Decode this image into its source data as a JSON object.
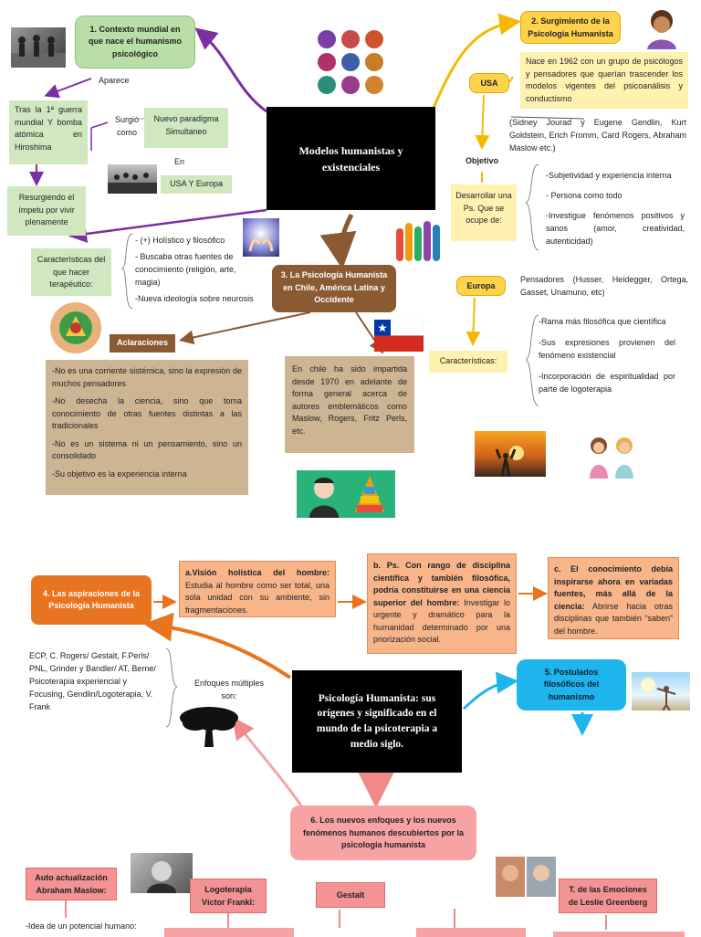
{
  "central1": "Modelos humanistas y existenciales",
  "central2": "Psicología Humanista: sus orígenes y significado en el mundo de la psicoterapia a medio siglo.",
  "b1": "1. Contexto mundial en que nace el humanismo psicológico",
  "aparece": "Aparece",
  "tras": "Tras la 1ª guerra mundial Y bomba atómica en Hiroshima",
  "surgio": "Surgió como",
  "paradigma": "Nuevo paradigma Simultaneo",
  "en": "En",
  "usa_europa": "USA Y Europa",
  "resurgiendo": "Resurgiendo el ímpetu por vivir plenamente",
  "caracteristicas": "Características del que hacer terapéutico:",
  "car_items": [
    "- (+) Holístico y filosófico",
    "- Buscaba otras fuentes de conocimiento (religión, arte, magia)",
    "-Nueva ideología sobre neurosis"
  ],
  "b2": "2. Surgimiento de la Psicología Humanista",
  "usa": "USA",
  "nace1962": "Nace en 1962 con un grupo de psicólogos y pensadores que querían trascender los modelos vigentes del psicoanálisis y conductismo",
  "sidney": "(Sidney Jourad y Eugene Gendlin, Kurt Goldstein, Erich Fromm, Card Rogers, Abraham Maslow etc.)",
  "objetivo": "Objetivo",
  "desarrollar": "Desarrollar una Ps. Que se ocupe de:",
  "obj_items": [
    "-Subjetividad y experiencia interna",
    "- Persona como todo",
    "-Investigue fenómenos positivos y sanos (amor, creatividad, autenticidad)"
  ],
  "europa": "Europa",
  "pensadores": "Pensadores (Husser, Heidegger, Ortega, Gasset, Unamuno, etc)",
  "car2": "Características:",
  "car2_items": [
    "-Rama más filosófica que científica",
    "-Sus expresiones provienen del fenómeno existencial",
    "-Incorporación de espiritualidad por parte de logoterapia"
  ],
  "b3": "3. La Psicología Humanista en Chile, América Latina y Occidente",
  "aclaraciones": "Aclaraciones",
  "acl_items": [
    "-No es una corriente sistémica, sino la expresión de muchos pensadores",
    "-No desecha la ciencia, sino que toma conocimiento de otras fuentes distintas a las tradicionales",
    "-No es un sistema ni un pensamiento, sino un consolidado",
    "-Su objetivo es la experiencia interna"
  ],
  "chile": "En chile ha sido impartida desde 1970 en adelante de forma general acerca de autores emblemáticos como Maslow, Rogers, Fritz Perls, etc.",
  "b4": "4. Las aspiraciones de la Psicología Humanista",
  "a_title": "a.Visión holística del hombre:",
  "a_text": " Estudia al hombre como ser total, una sola unidad con su ambiente, sin fragmentaciones.",
  "bb_title": "b. Ps. Con rango de disciplina científica y también filosófica, podría constituirse en una ciencia superior del hombre:",
  "bb_text": " Investigar lo urgente y dramático para la humanidad determinado por una priorización social.",
  "c_title": "c. El conocimiento debía inspirarse ahora en variadas fuentes, más allá de la ciencia:",
  "c_text": " Abrirse hacia otras disciplinas que también “saben” del hombre.",
  "ecp": "ECP, C. Rogers/ Gestalt, F.Perls/ PNL, Grinder y Bandler/ AT, Berne/ Psicoterapia experiencial y Focusing, Gendlin/Logoterapia, V. Frank",
  "enfoques": "Enfoques múltiples son:",
  "b5": "5. Postulados filosóficos del humanismo",
  "b6": "6. Los nuevos enfoques y los nuevos fenómenos humanos descubiertos por la psicología humanista",
  "maslow": "Auto actualización Abraham Maslow:",
  "frankl": "Logoterapia Víctor Frankl:",
  "gestalt": "Gestalt",
  "greenberg": "T. de las Emociones de Leslie Greenberg",
  "idea": "-Idea de un potencial humano:"
}
